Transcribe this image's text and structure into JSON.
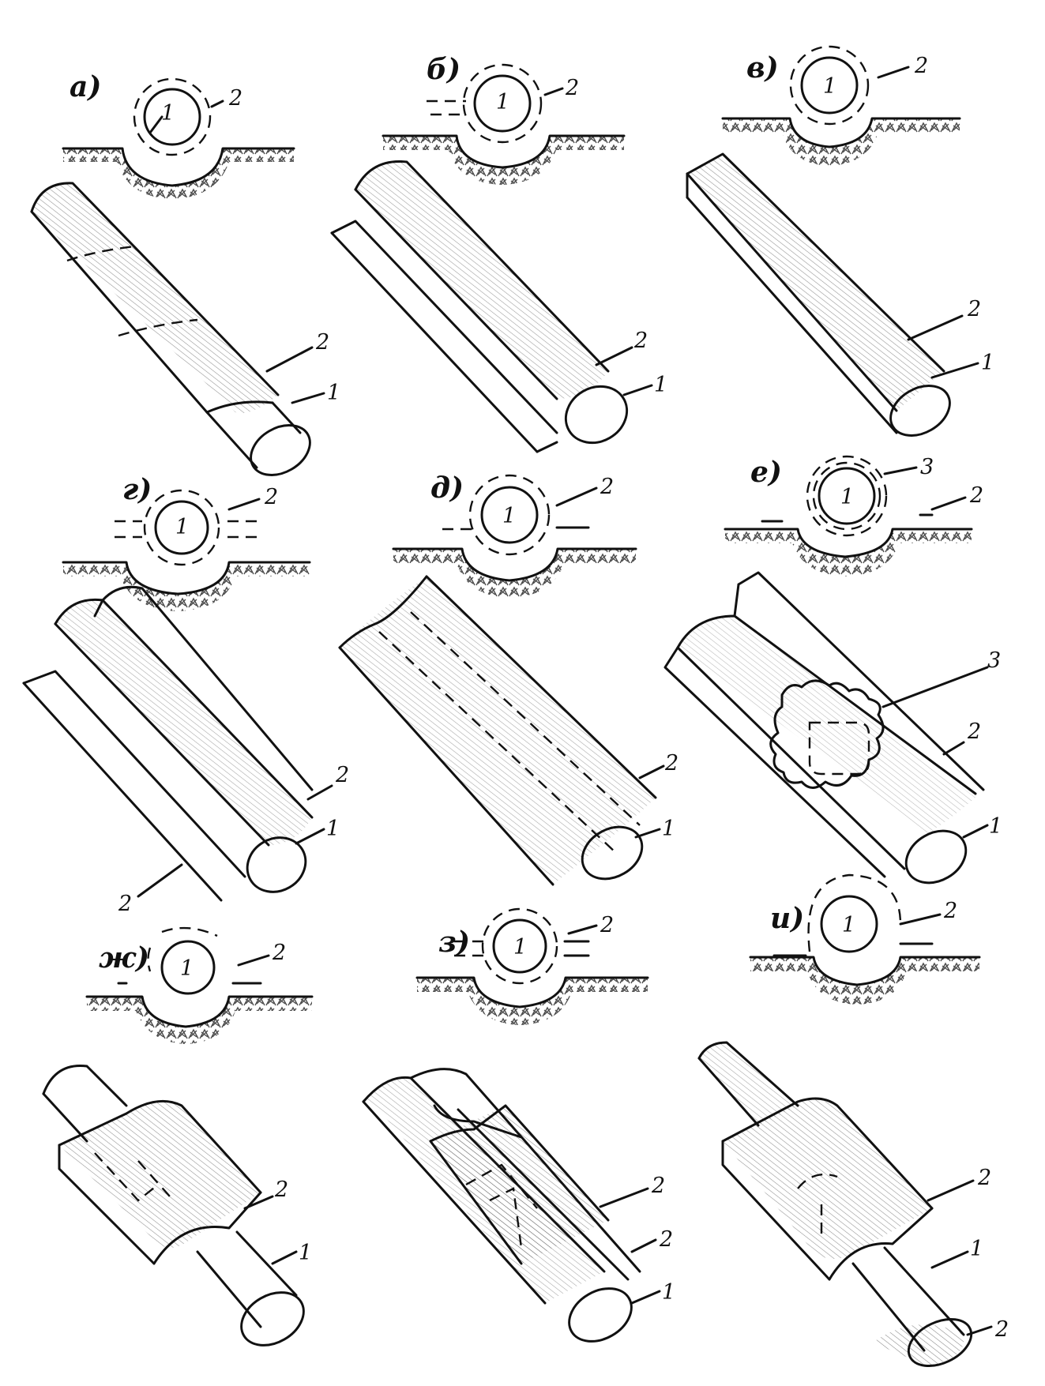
{
  "colors": {
    "ink": "#111111",
    "paper": "#ffffff",
    "ground_hatch": "#333333"
  },
  "panels": [
    {
      "letter": "а)",
      "callouts": {
        "section_pipe": "1",
        "section_ins": "2",
        "pipe": "1",
        "ins": "2"
      }
    },
    {
      "letter": "б)",
      "callouts": {
        "section_pipe": "1",
        "section_ins": "2",
        "pipe": "1",
        "ins": "2"
      }
    },
    {
      "letter": "в)",
      "callouts": {
        "section_pipe": "1",
        "section_ins": "2",
        "pipe": "1",
        "ins": "2"
      }
    },
    {
      "letter": "г)",
      "callouts": {
        "section_pipe": "1",
        "section_ins": "2",
        "pipe": "1",
        "ins": "2",
        "ins_lower": "2"
      }
    },
    {
      "letter": "д)",
      "callouts": {
        "section_pipe": "1",
        "section_ins": "2",
        "pipe": "1",
        "ins": "2"
      }
    },
    {
      "letter": "е)",
      "callouts": {
        "section_pipe": "1",
        "section_ins": "2",
        "section_outer": "3",
        "pipe": "1",
        "ins": "2",
        "patch": "3"
      }
    },
    {
      "letter": "ж)",
      "callouts": {
        "section_pipe": "1",
        "section_ins": "2",
        "pipe": "1",
        "ins": "2"
      }
    },
    {
      "letter": "з)",
      "callouts": {
        "section_pipe": "1",
        "section_ins": "2",
        "pipe": "1",
        "ins": "2",
        "ins_lower": "2"
      }
    },
    {
      "letter": "и)",
      "callouts": {
        "section_pipe": "1",
        "section_ins": "2",
        "pipe": "1",
        "ins": "2",
        "ins_lower": "2"
      }
    }
  ]
}
